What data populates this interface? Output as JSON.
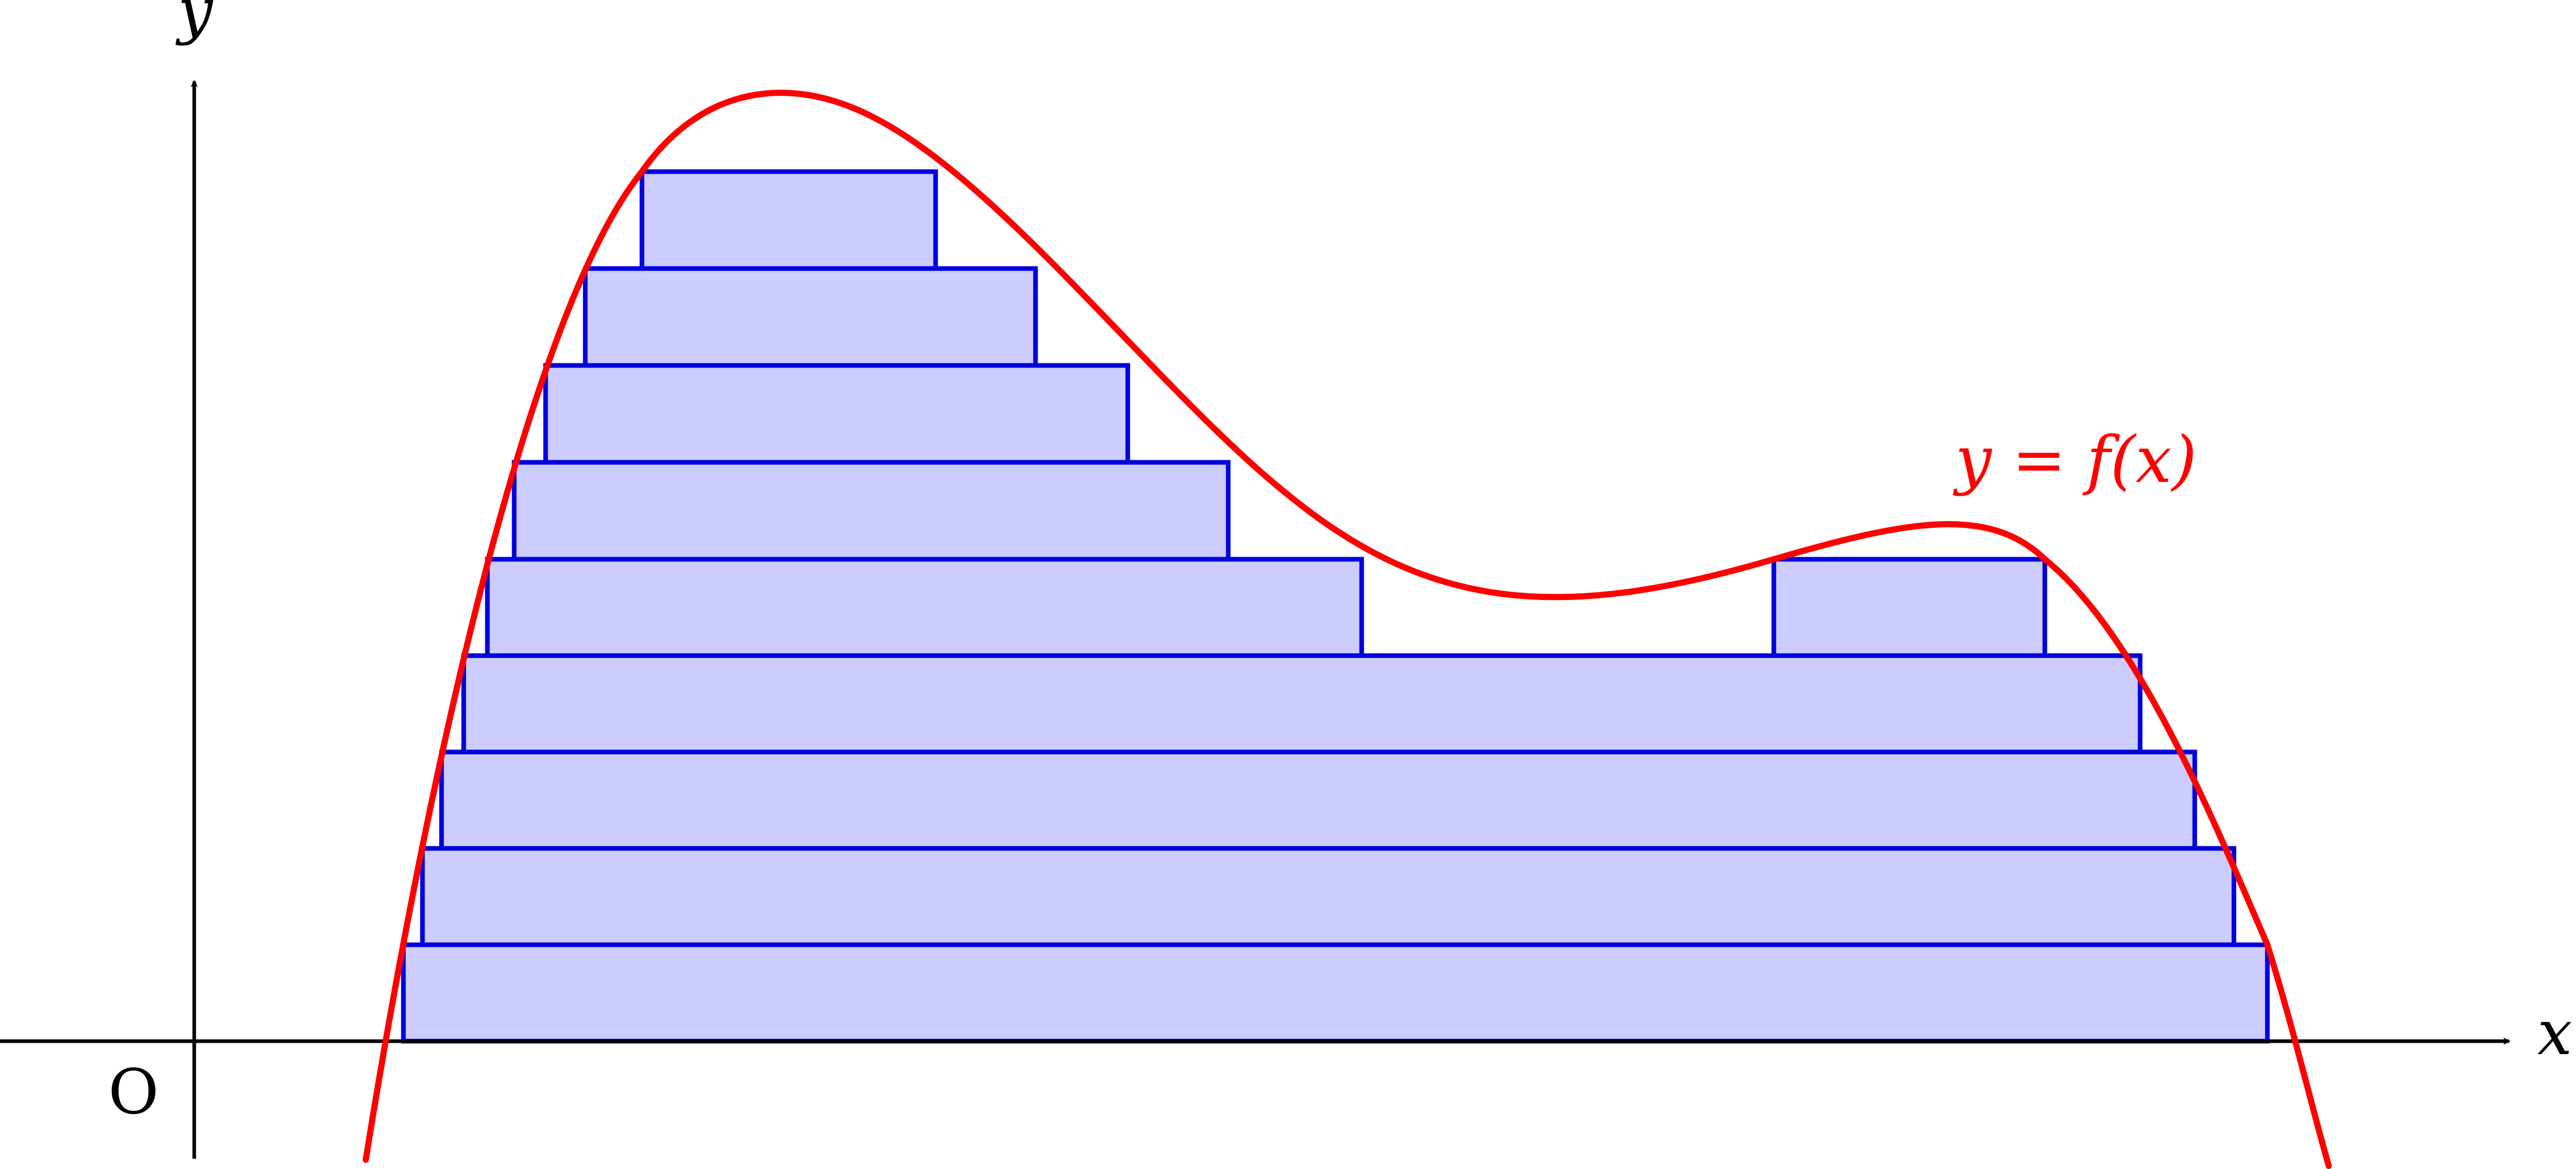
{
  "axes": {
    "x_label": "x",
    "y_label": "y",
    "origin_label": "O"
  },
  "curve": {
    "label": "y = f(x)",
    "color": "#ff0000"
  },
  "slices": {
    "fill": "#ccccff",
    "stroke": "#0000dd",
    "count_rows": 9
  }
}
